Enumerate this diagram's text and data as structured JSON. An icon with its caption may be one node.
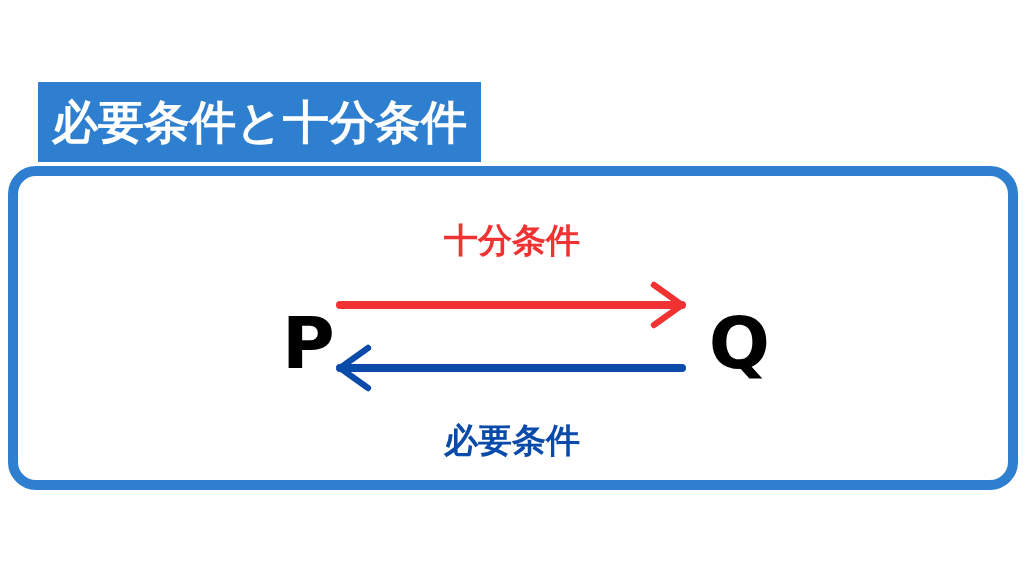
{
  "diagram": {
    "nodes": [
      {
        "text": [
          "必要条件と十分条件"
        ]
      },
      {
        "text": [
          "P"
        ],
        "in": 0
      },
      {
        "text": [
          "Q"
        ],
        "in": 0
      }
    ],
    "edges": [
      {
        "from": 1,
        "to": 2,
        "arrow": "to",
        "label": "十分条件",
        "color": "#f03232"
      },
      {
        "from": 2,
        "to": 1,
        "arrow": "to",
        "label": "必要条件",
        "color": "#0a4aa8"
      }
    ]
  }
}
